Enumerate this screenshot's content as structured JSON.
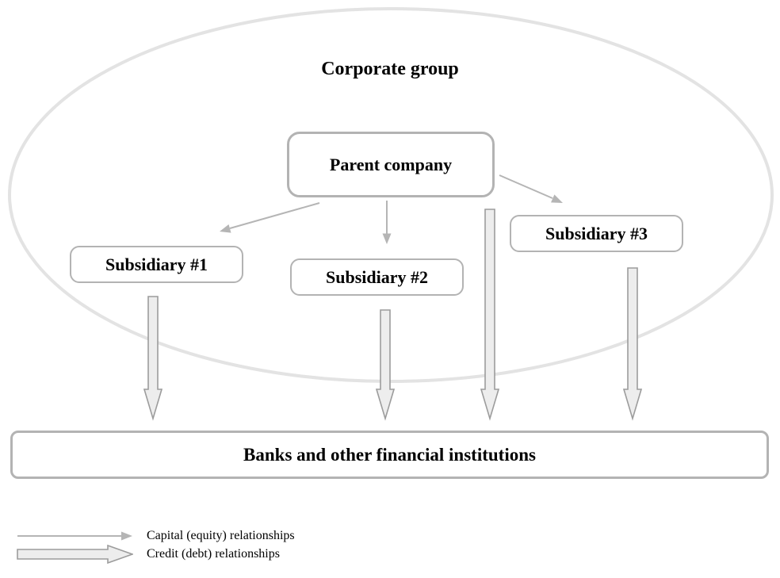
{
  "diagram": {
    "title": "Corporate group",
    "nodes": {
      "parent": {
        "label": "Parent company"
      },
      "sub1": {
        "label": "Subsidiary #1"
      },
      "sub2": {
        "label": "Subsidiary #2"
      },
      "sub3": {
        "label": "Subsidiary #3"
      },
      "banks": {
        "label": "Banks and other financial institutions"
      }
    },
    "edges": {
      "capital_equity": [
        {
          "from": "Parent company",
          "to": "Subsidiary #1"
        },
        {
          "from": "Parent company",
          "to": "Subsidiary #2"
        },
        {
          "from": "Parent company",
          "to": "Subsidiary #3"
        }
      ],
      "credit_debt": [
        {
          "from": "Subsidiary #1",
          "to": "Banks and other financial institutions"
        },
        {
          "from": "Subsidiary #2",
          "to": "Banks and other financial institutions"
        },
        {
          "from": "Parent company",
          "to": "Banks and other financial institutions"
        },
        {
          "from": "Subsidiary #3",
          "to": "Banks and other financial institutions"
        }
      ]
    },
    "legend": {
      "capital_label": "Capital (equity) relationships",
      "credit_label": "Credit (debt) relationships"
    },
    "colors": {
      "background": "#ffffff",
      "text": "#000000",
      "node_border": "#b3b3b3",
      "ellipse_border": "#e3e3e3",
      "thin_arrow": "#b5b5b5",
      "thick_arrow_fill": "#ededed",
      "thick_arrow_border": "#9c9c9c"
    }
  }
}
